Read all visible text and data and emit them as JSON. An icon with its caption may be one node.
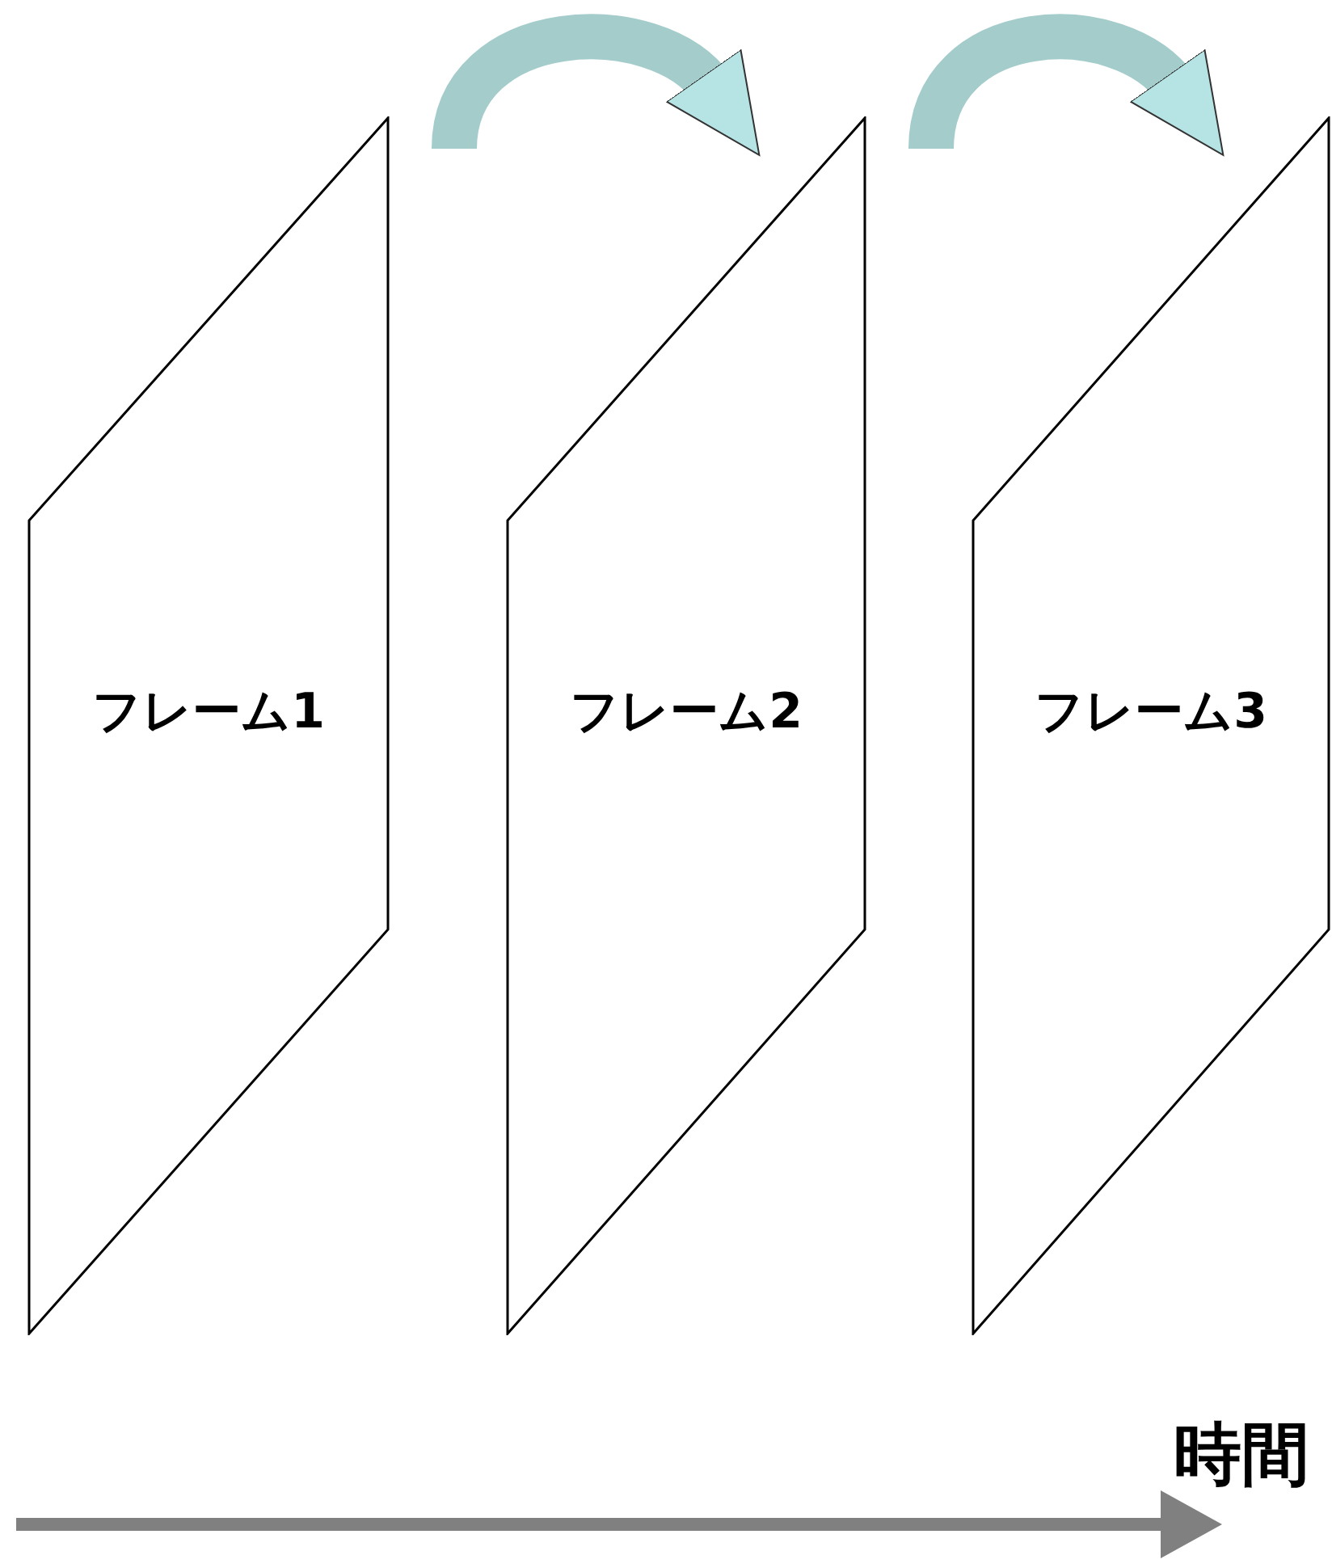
{
  "diagram": {
    "nodes": [
      {
        "text": [
          "フレーム1"
        ]
      },
      {
        "text": [
          "フレーム2"
        ]
      },
      {
        "text": [
          "フレーム3"
        ]
      }
    ],
    "edges": [
      {
        "from": 0,
        "to": 1,
        "arrow": "to"
      },
      {
        "from": 1,
        "to": 2,
        "arrow": "to"
      }
    ],
    "labels": [
      "時間"
    ]
  }
}
